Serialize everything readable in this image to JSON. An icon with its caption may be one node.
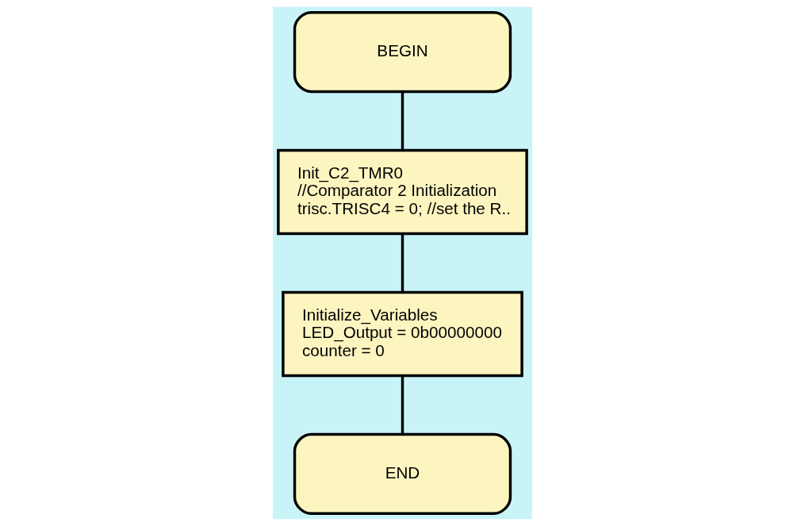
{
  "diagram": {
    "nodes": [
      {
        "text": [
          "BEGIN"
        ]
      },
      {
        "text": [
          "Init_C2_TMR0",
          "//Comparator 2 Initialization",
          "trisc.TRISC4 = 0; //set the R.."
        ]
      },
      {
        "text": [
          "Initialize_Variables",
          "LED_Output = 0b00000000",
          "counter = 0"
        ]
      },
      {
        "text": [
          "END"
        ]
      }
    ],
    "edges": [
      {
        "from": 0,
        "to": 1,
        "arrow": "none"
      },
      {
        "from": 1,
        "to": 2,
        "arrow": "none"
      },
      {
        "from": 2,
        "to": 3,
        "arrow": "none"
      }
    ]
  }
}
